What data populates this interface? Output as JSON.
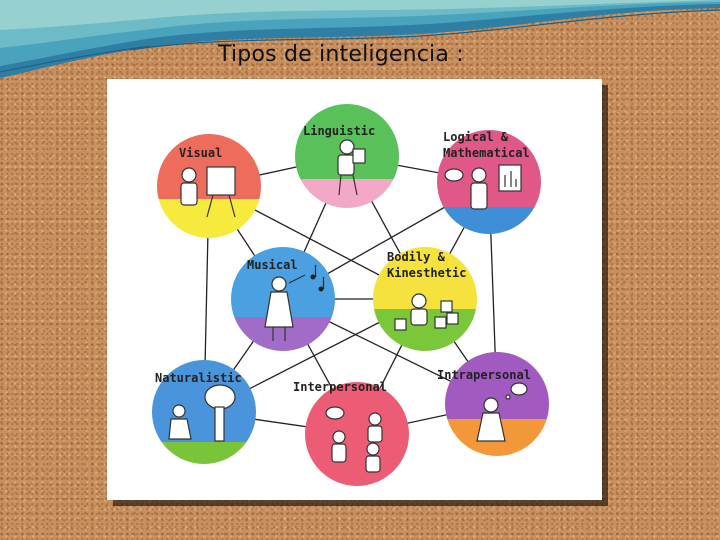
{
  "slide": {
    "title": "Tipos de inteligencia :"
  },
  "diagram": {
    "nodes": {
      "linguistic": {
        "label": "Linguistic",
        "top_color": "#58c15a",
        "bottom_color": "#f4a8c8"
      },
      "logical": {
        "label_line1": "Logical &",
        "label_line2": "Mathematical",
        "top_color": "#e05888",
        "bottom_color": "#3f8fd8"
      },
      "visual": {
        "label": "Visual",
        "top_color": "#ee6c5c",
        "bottom_color": "#f6ea3c"
      },
      "musical": {
        "label": "Musical",
        "top_color": "#4aa0e0",
        "bottom_color": "#a06cc8"
      },
      "bodily": {
        "label_line1": "Bodily &",
        "label_line2": "Kinesthetic",
        "top_color": "#f6e23c",
        "bottom_color": "#7ac83a"
      },
      "naturalistic": {
        "label": "Naturalistic",
        "top_color": "#4a94dc",
        "bottom_color": "#7ac43a"
      },
      "interpersonal": {
        "label": "Interpersonal",
        "top_color": "#ec5c74",
        "bottom_color": "#ec5c74"
      },
      "intrapersonal": {
        "label": "Intrapersonal",
        "top_color": "#a05ac0",
        "bottom_color": "#f29838"
      }
    },
    "icons": {
      "linguistic": "reading-person-icon",
      "logical": "scientist-icon",
      "visual": "painter-icon",
      "musical": "violinist-icon",
      "bodily": "building-blocks-icon",
      "naturalistic": "tree-icon",
      "interpersonal": "conversation-icon",
      "intrapersonal": "thinking-person-icon",
      "music_notes": "music-notes-icon"
    }
  }
}
